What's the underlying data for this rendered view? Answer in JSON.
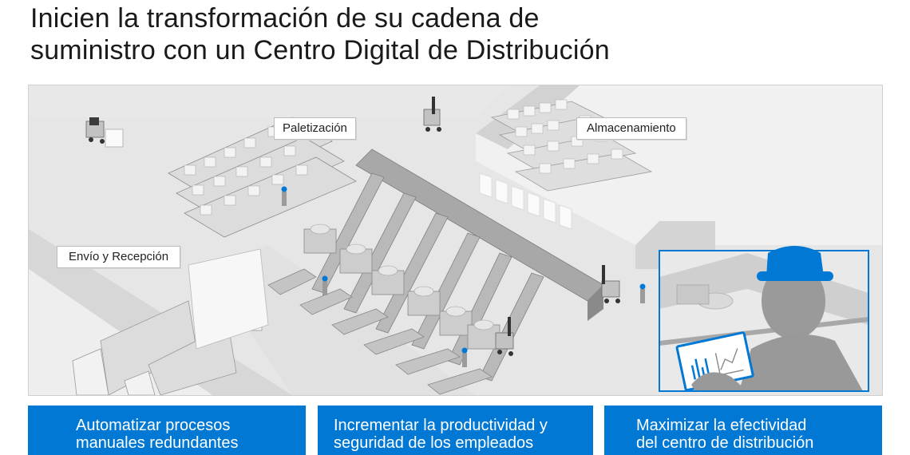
{
  "title": {
    "line1": "Inicien la transformación de su cadena de",
    "line2": "suministro con un Centro Digital de Distribución"
  },
  "illustration": {
    "labels": {
      "palletizing": "Paletización",
      "storage": "Almacenamiento",
      "shipping": "Envío y Recepción"
    },
    "inset": {
      "tablet_icons": [
        "bar-chart-icon",
        "line-chart-icon"
      ]
    }
  },
  "cards": [
    {
      "line1": "Automatizar procesos",
      "line2": "manuales redundantes"
    },
    {
      "line1": "Incrementar la productividad y",
      "line2": "seguridad de los empleados"
    },
    {
      "line1": "Maximizar la efectividad",
      "line2": "del centro de distribución"
    }
  ],
  "colors": {
    "accent": "#0078d4",
    "text": "#1a1a1a",
    "illustration_bg": "#e6e6e6"
  }
}
